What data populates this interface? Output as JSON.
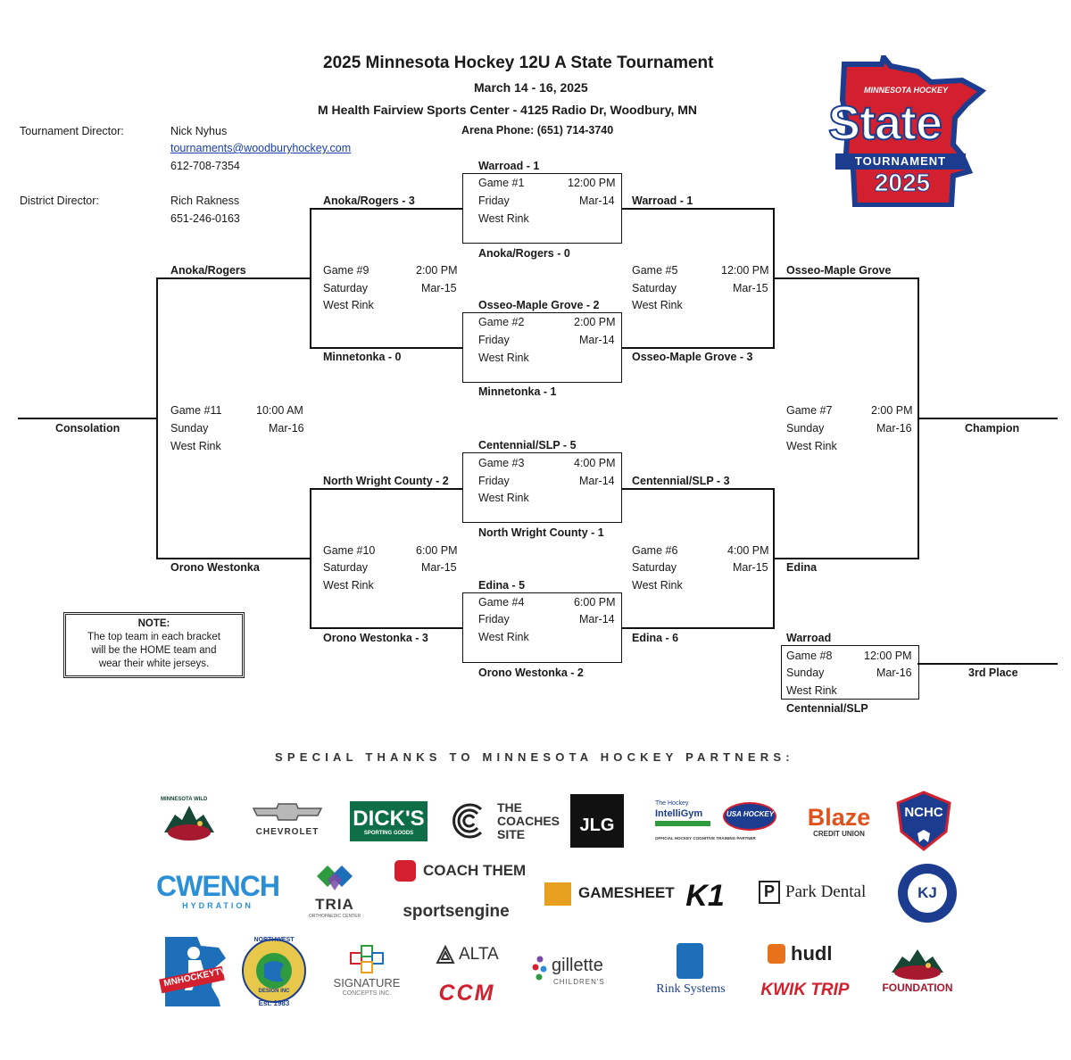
{
  "header": {
    "title": "2025 Minnesota Hockey 12U A State Tournament",
    "dates": "March 14 - 16, 2025",
    "venue": "M Health Fairview Sports Center - 4125 Radio Dr, Woodbury, MN",
    "arena_phone": "Arena Phone: (651) 714-3740"
  },
  "contacts": {
    "td_label": "Tournament Director:",
    "td_name": "Nick Nyhus",
    "td_email": "tournaments@woodburyhockey.com",
    "td_phone": "612-708-7354",
    "dd_label": "District Director:",
    "dd_name": "Rich Rakness",
    "dd_phone": "651-246-0163"
  },
  "state_logo": {
    "top": "MINNESOTA HOCKEY",
    "state": "State",
    "ribbon": "TOURNAMENT",
    "year": "2025",
    "colors": {
      "blue": "#1c3d8f",
      "red": "#d3202e"
    }
  },
  "games": {
    "g1": {
      "num": "Game #1",
      "time": "12:00 PM",
      "day": "Friday",
      "date": "Mar-14",
      "rink": "West Rink",
      "top": "Warroad - 1",
      "bottom": "Anoka/Rogers - 0"
    },
    "g2": {
      "num": "Game #2",
      "time": "2:00 PM",
      "day": "Friday",
      "date": "Mar-14",
      "rink": "West Rink",
      "top": "Osseo-Maple Grove - 2",
      "bottom": "Minnetonka - 1"
    },
    "g3": {
      "num": "Game #3",
      "time": "4:00 PM",
      "day": "Friday",
      "date": "Mar-14",
      "rink": "West Rink",
      "top": "Centennial/SLP - 5",
      "bottom": "North Wright County - 1"
    },
    "g4": {
      "num": "Game #4",
      "time": "6:00 PM",
      "day": "Friday",
      "date": "Mar-14",
      "rink": "West Rink",
      "top": "Edina - 5",
      "bottom": "Orono Westonka - 2"
    },
    "g5": {
      "num": "Game #5",
      "time": "12:00 PM",
      "day": "Saturday",
      "date": "Mar-15",
      "rink": "West Rink",
      "top": "Warroad - 1",
      "bottom": "Osseo-Maple Grove - 3"
    },
    "g6": {
      "num": "Game #6",
      "time": "4:00 PM",
      "day": "Saturday",
      "date": "Mar-15",
      "rink": "West Rink",
      "top": "Centennial/SLP - 3",
      "bottom": "Edina - 6"
    },
    "g7": {
      "num": "Game #7",
      "time": "2:00 PM",
      "day": "Sunday",
      "date": "Mar-16",
      "rink": "West Rink",
      "top": "Osseo-Maple Grove",
      "bottom": "Edina"
    },
    "g8": {
      "num": "Game #8",
      "time": "12:00 PM",
      "day": "Sunday",
      "date": "Mar-16",
      "rink": "West Rink",
      "top": "Warroad",
      "bottom": "Centennial/SLP"
    },
    "g9": {
      "num": "Game #9",
      "time": "2:00 PM",
      "day": "Saturday",
      "date": "Mar-15",
      "rink": "West Rink",
      "top": "Anoka/Rogers - 3",
      "bottom": "Minnetonka - 0"
    },
    "g10": {
      "num": "Game #10",
      "time": "6:00 PM",
      "day": "Saturday",
      "date": "Mar-15",
      "rink": "West Rink",
      "top": "North Wright County - 2",
      "bottom": "Orono Westonka - 3"
    },
    "g11": {
      "num": "Game #11",
      "time": "10:00 AM",
      "day": "Sunday",
      "date": "Mar-16",
      "rink": "West Rink",
      "top": "Anoka/Rogers",
      "bottom": "Orono Westonka"
    }
  },
  "results": {
    "consolation": "Consolation",
    "champion": "Champion",
    "third": "3rd Place"
  },
  "note": {
    "title": "NOTE:",
    "l1": "The top team in each bracket",
    "l2": "will be the HOME team and",
    "l3": "wear their white jerseys."
  },
  "partners": {
    "heading": "SPECIAL THANKS TO MINNESOTA HOCKEY PARTNERS:",
    "row1": {
      "wild": "MINNESOTA WILD",
      "chevrolet": "CHEVROLET",
      "dicks_1": "DICK'S",
      "dicks_2": "SPORTING GOODS",
      "coaches_1": "THE",
      "coaches_2": "COACHES",
      "coaches_3": "SITE",
      "jlg": "JLG",
      "intelli_1": "The Hockey",
      "intelli_2": "IntelliGym",
      "intelli_3": "OFFICIAL HOCKEY COGNITIVE TRAINING PARTNER",
      "usa": "USA HOCKEY",
      "blaze_1": "Blaze",
      "blaze_2": "CREDIT UNION",
      "nchc": "NCHC"
    },
    "row2": {
      "cwench_1": "CWENCH",
      "cwench_2": "HYDRATION",
      "tria_1": "TRIA",
      "tria_2": "ORTHOPAEDIC CENTER",
      "coachthem": "COACH THEM",
      "sportsengine": "sportsengine",
      "gamesheet": "GAMESHEET",
      "k1": "K1",
      "parkdental": "Park Dental",
      "kj": "KJ"
    },
    "row3": {
      "mnhockeytv": "MNHOCKEYTV",
      "northwest_1": "NORTHWEST",
      "northwest_2": "DESIGN INC",
      "northwest_3": "Est. 1983",
      "signature_1": "SIGNATURE",
      "signature_2": "CONCEPTS INC.",
      "alta": "ALTA",
      "ccm": "CCM",
      "gillette_1": "gillette",
      "gillette_2": "CHILDREN'S",
      "rink": "Rink Systems",
      "hudl": "hudl",
      "kwiktrip": "KWIK TRIP",
      "foundation": "FOUNDATION"
    }
  }
}
